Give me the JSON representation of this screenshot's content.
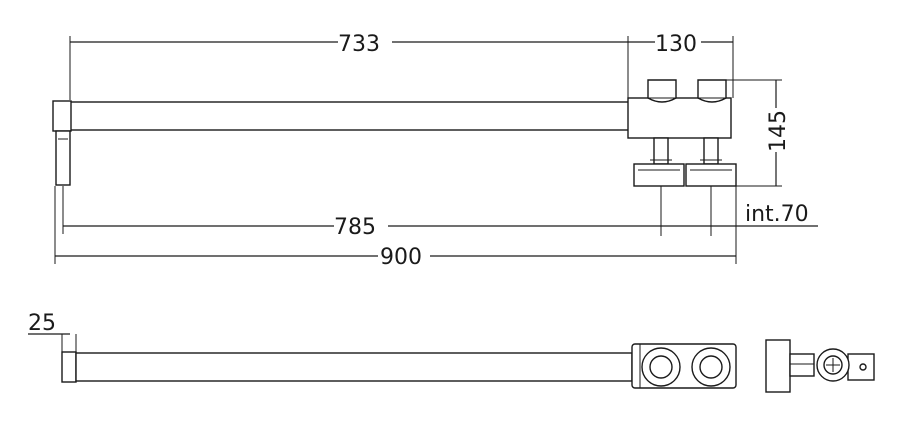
{
  "dimensions": {
    "d733": "733",
    "d130": "130",
    "d145": "145",
    "d785": "785",
    "d900": "900",
    "interaxis": "int.70",
    "d25": "25"
  }
}
